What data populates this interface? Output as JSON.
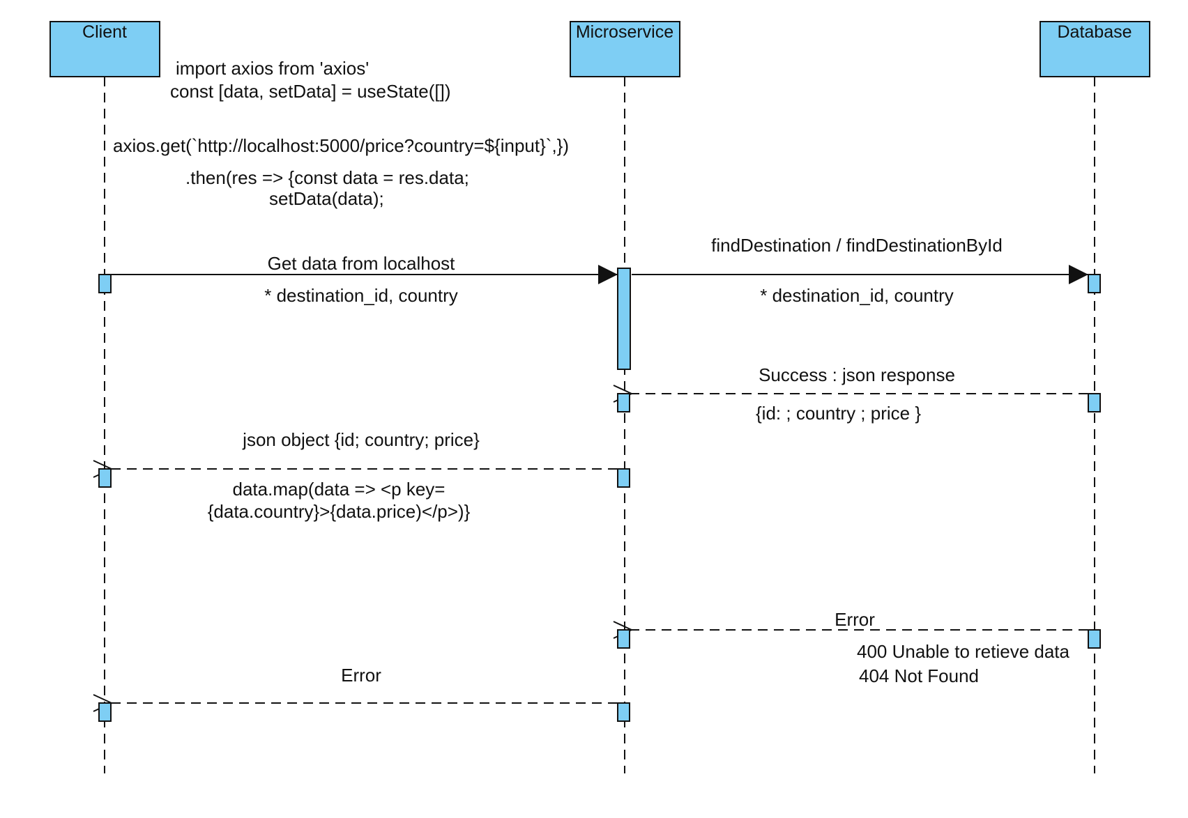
{
  "colors": {
    "box_fill": "#7ecef4",
    "line": "#111111",
    "background": "#ffffff"
  },
  "participants": [
    {
      "id": "client",
      "name": "Client"
    },
    {
      "id": "microservice",
      "name": "Microservice"
    },
    {
      "id": "database",
      "name": "Database"
    }
  ],
  "notes": {
    "import_line": "import axios from 'axios'",
    "usestate_line": "const [data, setData] = useState([])",
    "axios_get_line": "axios.get(`http://localhost:5000/price?country=${input}`,})",
    "then_line_1": ".then(res => {const data = res.data;",
    "then_line_2": "setData(data);"
  },
  "messages": [
    {
      "id": "client-to-ms",
      "label": "Get data from localhost",
      "sublabel": "* destination_id, country",
      "style": "solid"
    },
    {
      "id": "ms-to-db",
      "label": "findDestination / findDestinationById",
      "sublabel": "* destination_id, country",
      "style": "solid"
    },
    {
      "id": "db-success",
      "label": "Success : json response",
      "sublabel": "{id:  ; country  ;  price  }",
      "style": "dashed"
    },
    {
      "id": "ms-json",
      "label": "json object {id; country; price}",
      "sublabel_1": "data.map(data => <p key=",
      "sublabel_2": "{data.country}>{data.price)</p>)}",
      "style": "dashed"
    },
    {
      "id": "db-error",
      "label": "Error",
      "sublabel_1": "400 Unable to retieve data",
      "sublabel_2": "404 Not Found",
      "style": "dashed"
    },
    {
      "id": "ms-error",
      "label": "Error",
      "style": "dashed"
    }
  ]
}
